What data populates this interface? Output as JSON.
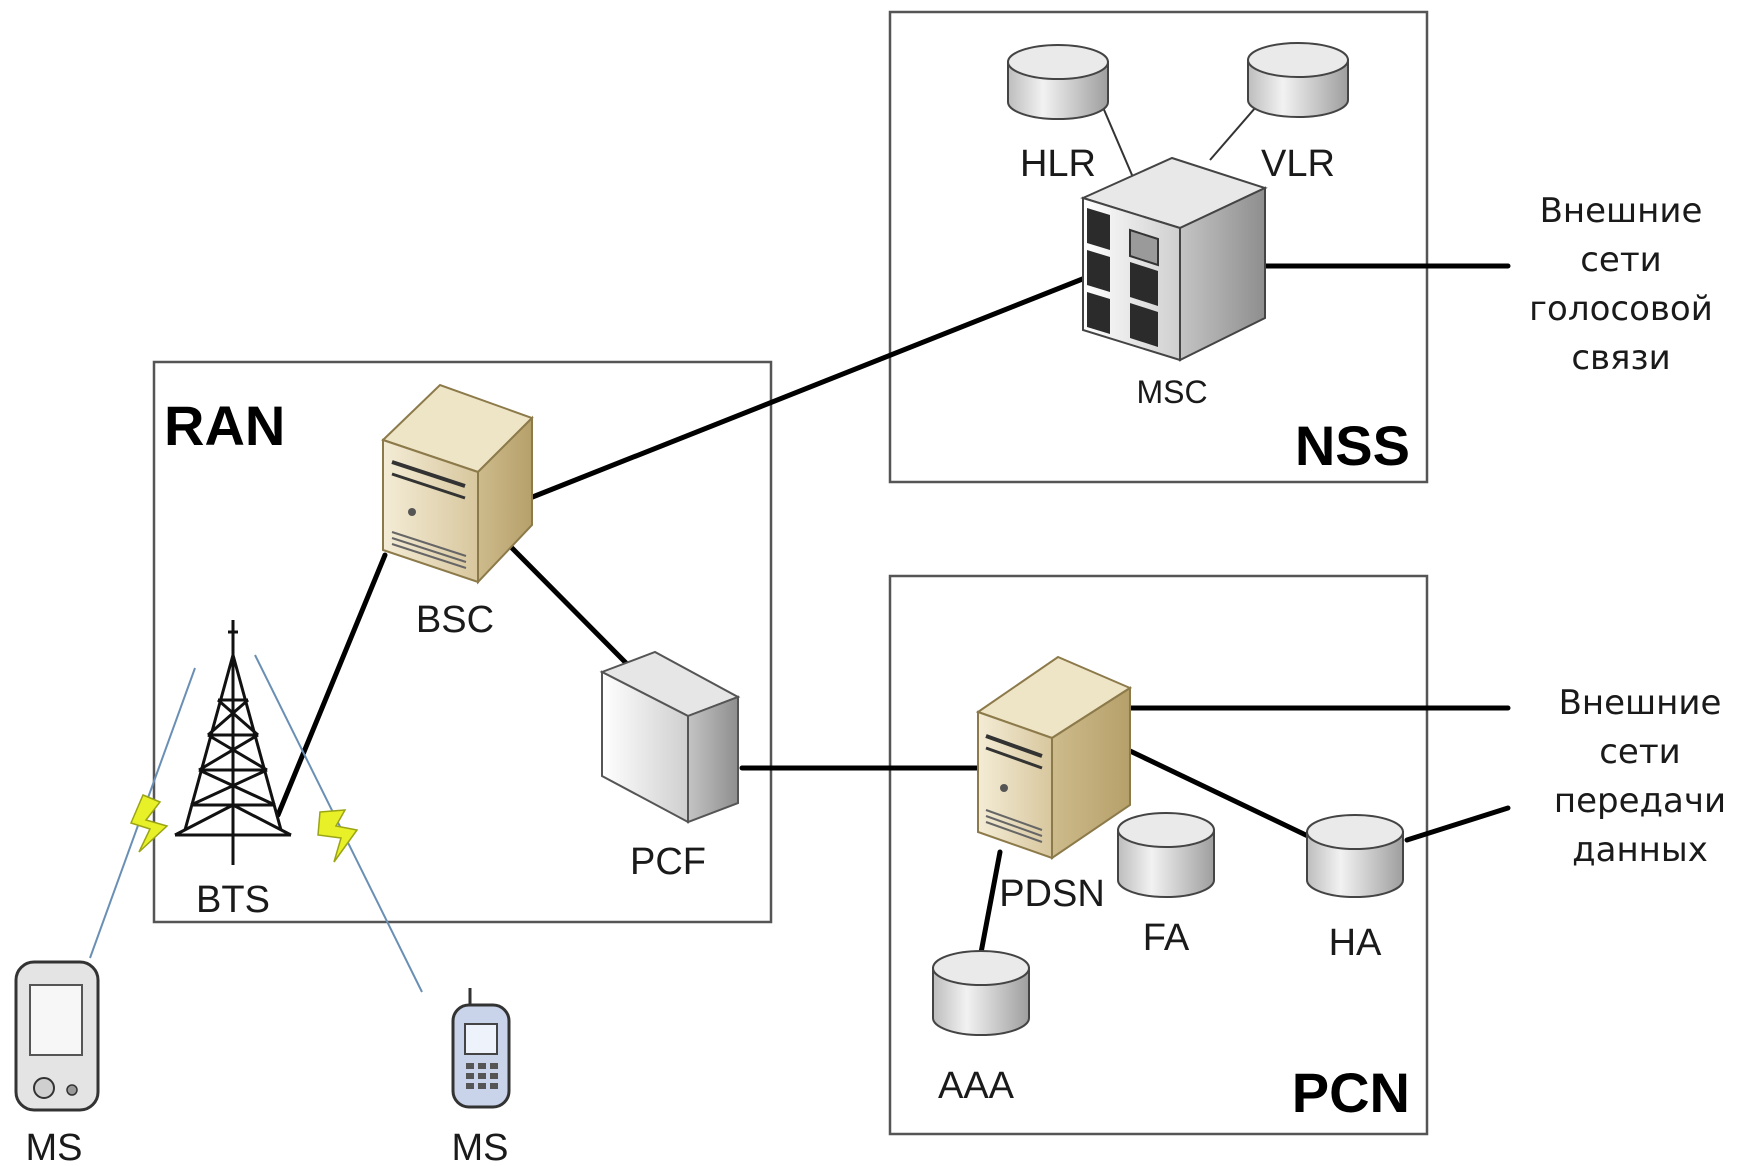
{
  "groups": {
    "ran": "RAN",
    "nss": "NSS",
    "pcn": "PCN"
  },
  "nodes": {
    "hlr": "HLR",
    "vlr": "VLR",
    "msc": "MSC",
    "bsc": "BSC",
    "bts": "BTS",
    "pcf": "PCF",
    "pdsn": "PDSN",
    "fa": "FA",
    "ha": "HA",
    "aaa": "AAA",
    "ms1": "MS",
    "ms2": "MS"
  },
  "external": {
    "voice": [
      "Внешние",
      "сети",
      "голосовой",
      "связи"
    ],
    "data": [
      "Внешние",
      "сети",
      "передачи",
      "данных"
    ]
  }
}
